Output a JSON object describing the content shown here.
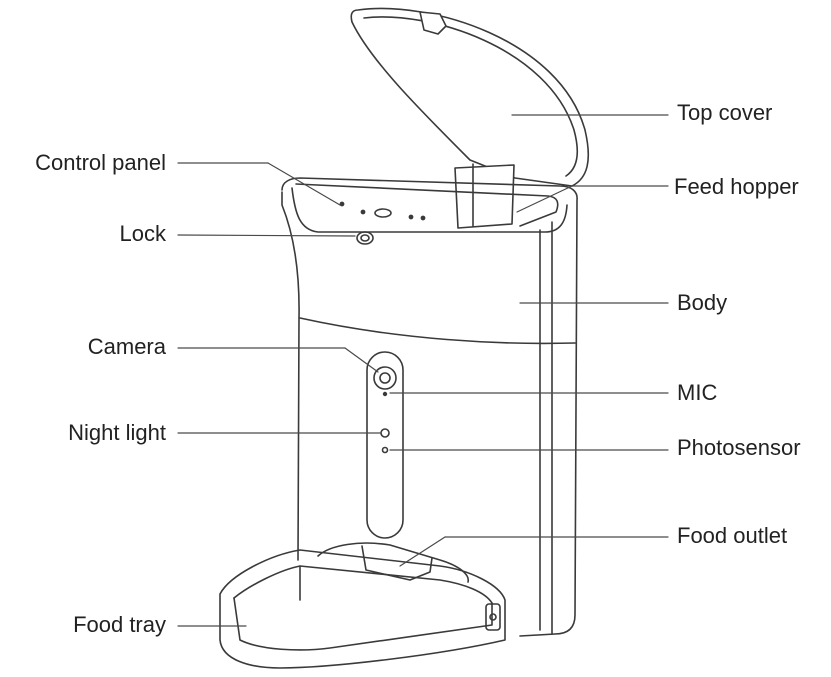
{
  "diagram": {
    "labels": {
      "top_cover": "Top cover",
      "control_panel": "Control panel",
      "feed_hopper": "Feed hopper",
      "lock": "Lock",
      "body": "Body",
      "camera": "Camera",
      "mic": "MIC",
      "night_light": "Night light",
      "photosensor": "Photosensor",
      "food_outlet": "Food outlet",
      "food_tray": "Food tray"
    }
  }
}
